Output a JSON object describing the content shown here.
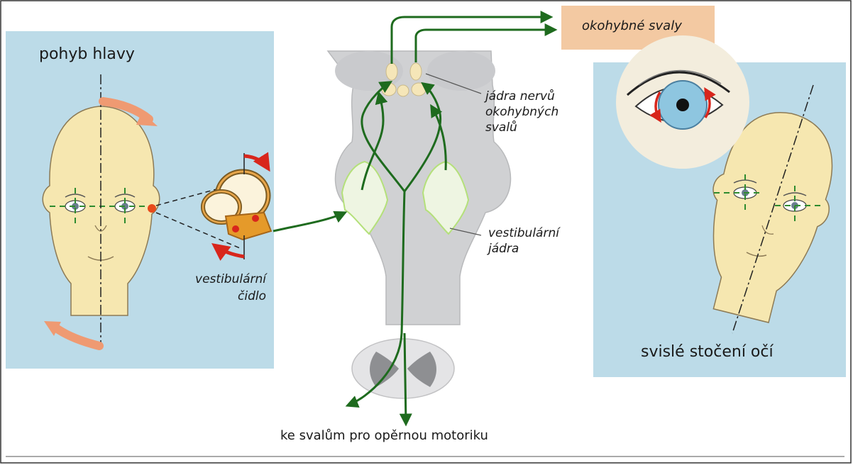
{
  "labels": {
    "head_movement": "pohyb hlavy",
    "eye_muscles": "okohybné svaly",
    "eye_nerve_nuclei": [
      "jádra nervů",
      "okohybných",
      "svalů"
    ],
    "vestibular_nuclei": [
      "vestibulární",
      "jádra"
    ],
    "vestibular_sensor": [
      "vestibulární",
      "čidlo"
    ],
    "eye_torsion": "svislé stočení očí",
    "motor_output": "ke svalům pro opěrnou motoriku"
  },
  "colors": {
    "panel_blue": "#bcdbe8",
    "skin": "#f6e7b0",
    "pathway_green": "#1e6b1e",
    "head_arrow_orange": "#ef9a72",
    "rotation_red": "#d8261c",
    "muscles_box": "#f3c9a2",
    "brainstem_gray": "#d0d1d3",
    "nuclei_fill": "#eef5e2"
  }
}
